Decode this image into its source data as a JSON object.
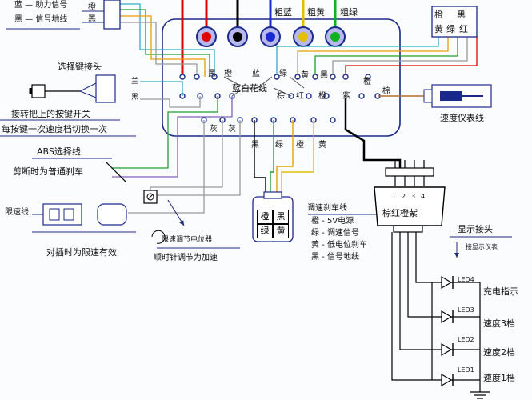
{
  "left_connector": {
    "rows": [
      "蓝 — 助力信号",
      "黑 — 信号地线"
    ],
    "pins": [
      "橙",
      "黑"
    ]
  },
  "top_wires": [
    "粗蓝",
    "粗黄",
    "粗绿"
  ],
  "top_right_connector": {
    "cells": [
      "橙",
      "黑",
      "黄",
      "绿",
      "红"
    ]
  },
  "controller": {
    "pins_row1": [
      "黑",
      "橙",
      "蓝",
      "绿",
      "黄",
      "黑",
      "橙"
    ],
    "center_label": "蓝白花线",
    "pins_row2": [
      "棕",
      "红",
      "橙",
      "紫",
      "棕"
    ],
    "bottom_pins": [
      "灰",
      "灰"
    ],
    "bottom_wires": [
      "黑",
      "绿",
      "橙",
      "黄"
    ]
  },
  "select_switch": {
    "title": "选择键接头",
    "pins": [
      "兰",
      "黑"
    ],
    "caption_line1": "接转把上的按键开关",
    "caption_line2": "每按键一次速度档切换一次"
  },
  "speedometer": {
    "label": "速度仪表线"
  },
  "abs": {
    "title": "ABS选择线",
    "caption": "剪断时为普通刹车"
  },
  "limiter": {
    "label": "限速线",
    "caption": "对插时为限速有效"
  },
  "potentiometer": {
    "line1": "限速调节电位器",
    "line2": "顺时针调节为加速"
  },
  "brake": {
    "title": "调速刹车线",
    "cells": [
      "橙",
      "黑",
      "绿",
      "黄"
    ],
    "legend": [
      "橙 - 5V电源",
      "绿 - 调速信号",
      "黄 - 低电位刹车",
      "黑 - 信号地线"
    ]
  },
  "display_connector": {
    "numbers": [
      "1",
      "2",
      "3",
      "4"
    ],
    "colors": "棕红橙紫"
  },
  "display_header": {
    "title": "显示接头",
    "subtitle": "接显示仪表"
  },
  "leds": [
    {
      "name": "LED4",
      "label": "充电指示"
    },
    {
      "name": "LED3",
      "label": "速度3档"
    },
    {
      "name": "LED2",
      "label": "速度2档"
    },
    {
      "name": "LED1",
      "label": "速度1档"
    }
  ]
}
